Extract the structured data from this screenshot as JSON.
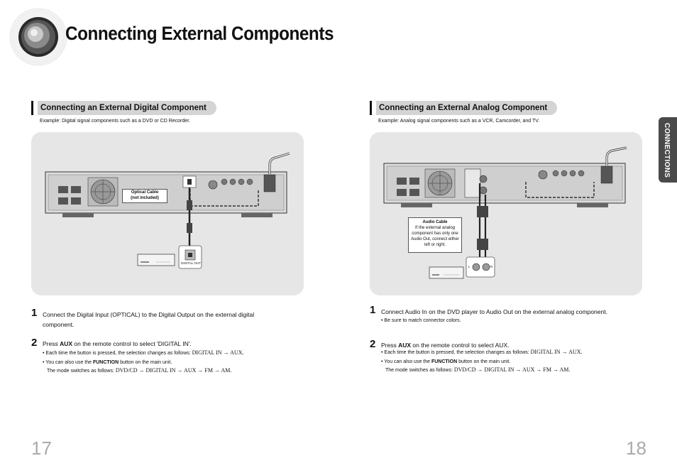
{
  "page_title": "Connecting External Components",
  "side_tab": "CONNECTIONS",
  "left": {
    "heading": "Connecting an External Digital Component",
    "example": "Example: Digital signal components such as a DVD or CD Recorder.",
    "cable_label_line1": "Optical Cable",
    "cable_label_line2": "(not included)",
    "port_label": "DIGITAL OUT",
    "step1_num": "1",
    "step1_text": "Connect the Digital Input (OPTICAL) to the Digital Output on the external digital component.",
    "step2_num": "2",
    "step2_pre": "Press ",
    "step2_bold": "AUX",
    "step2_post": " on the remote control to select 'DIGITAL IN'.",
    "bullet1_pre": "Each time the button is pressed, the selection changes as follows: ",
    "bullet1_seq": "DIGITAL IN → AUX.",
    "bullet2_pre": "You can also use the ",
    "bullet2_bold": "FUNCTION",
    "bullet2_post": " button on the main unit.",
    "bullet2_line2_pre": "The mode switches as follows: ",
    "bullet2_line2_seq": "DVD/CD → DIGITAL IN → AUX → FM → AM."
  },
  "right": {
    "heading": "Connecting an External Analog Component",
    "example": "Example: Analog signal components such as a VCR, Camcorder, and TV.",
    "cable_title": "Audio Cable",
    "cable_desc": "If the external analog component has only one Audio Out, connect either left or right.",
    "jack_l": "L",
    "jack_r": "R",
    "step1_num": "1",
    "step1_text": "Connect Audio In on the DVD player to Audio Out on the external analog component.",
    "step1_bullet": "Be sure to match connector colors.",
    "step2_num": "2",
    "step2_pre": "Press ",
    "step2_bold": "AUX",
    "step2_post": " on the remote control to select AUX.",
    "bullet1_pre": "Each time the button is pressed, the selection changes as follows: ",
    "bullet1_seq": "DIGITAL IN → AUX.",
    "bullet2_pre": "You can also use the ",
    "bullet2_bold": "FUNCTION",
    "bullet2_post": " button on the main unit.",
    "bullet2_line2_pre": "The mode switches as follows: ",
    "bullet2_line2_seq": "DVD/CD → DIGITAL IN → AUX → FM → AM."
  },
  "page_left": "17",
  "page_right": "18"
}
